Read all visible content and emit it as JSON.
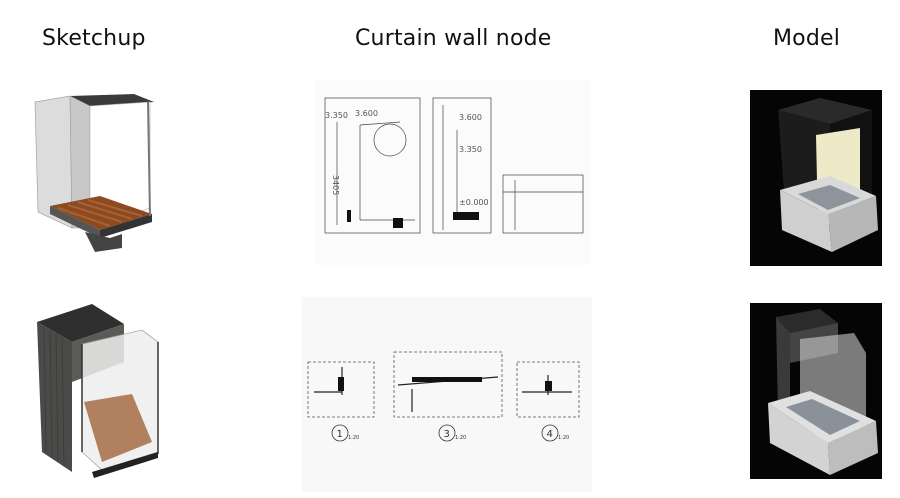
{
  "headers": {
    "sketchup": "Sketchup",
    "node": "Curtain wall node",
    "model": "Model"
  },
  "drawing_top": {
    "dims": [
      "3.350",
      "3.600",
      "3405",
      "3.600",
      "3.350",
      "±0.000"
    ]
  },
  "drawing_bottom": {
    "details": [
      {
        "num": "1",
        "scale": "1:20"
      },
      {
        "num": "3",
        "scale": "1:20"
      },
      {
        "num": "4",
        "scale": "1:20"
      }
    ]
  }
}
